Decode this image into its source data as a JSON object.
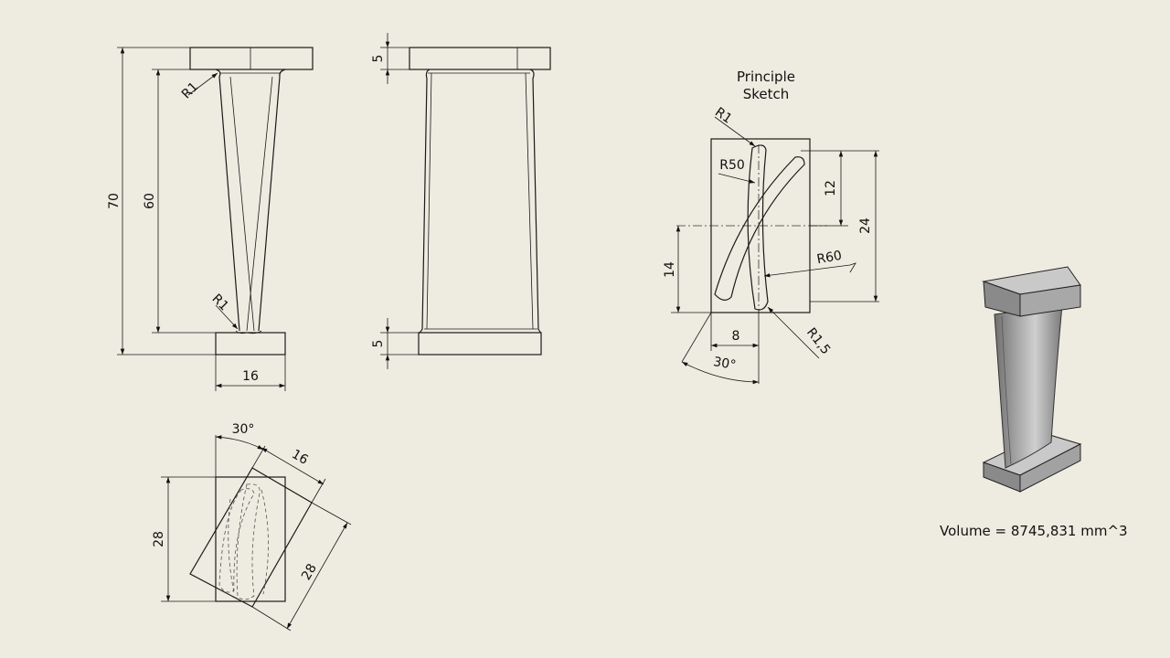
{
  "title": {
    "line1": "Principle",
    "line2": "Sketch"
  },
  "dims": {
    "height_70": "70",
    "height_60": "60",
    "r1_top": "R1",
    "r1_bottom": "R1",
    "width_16": "16",
    "base_5_top": "5",
    "base_5_bottom": "5",
    "sk_r1": "R1",
    "sk_r50": "R50",
    "sk_12": "12",
    "sk_24": "24",
    "sk_14": "14",
    "sk_r60": "R60",
    "sk_8": "8",
    "sk_r15": "R1,5",
    "sk_30": "30°",
    "top_30": "30°",
    "top_16": "16",
    "top_28_left": "28",
    "top_28_diag": "28"
  },
  "volume": "Volume = 8745,831 mm^3"
}
